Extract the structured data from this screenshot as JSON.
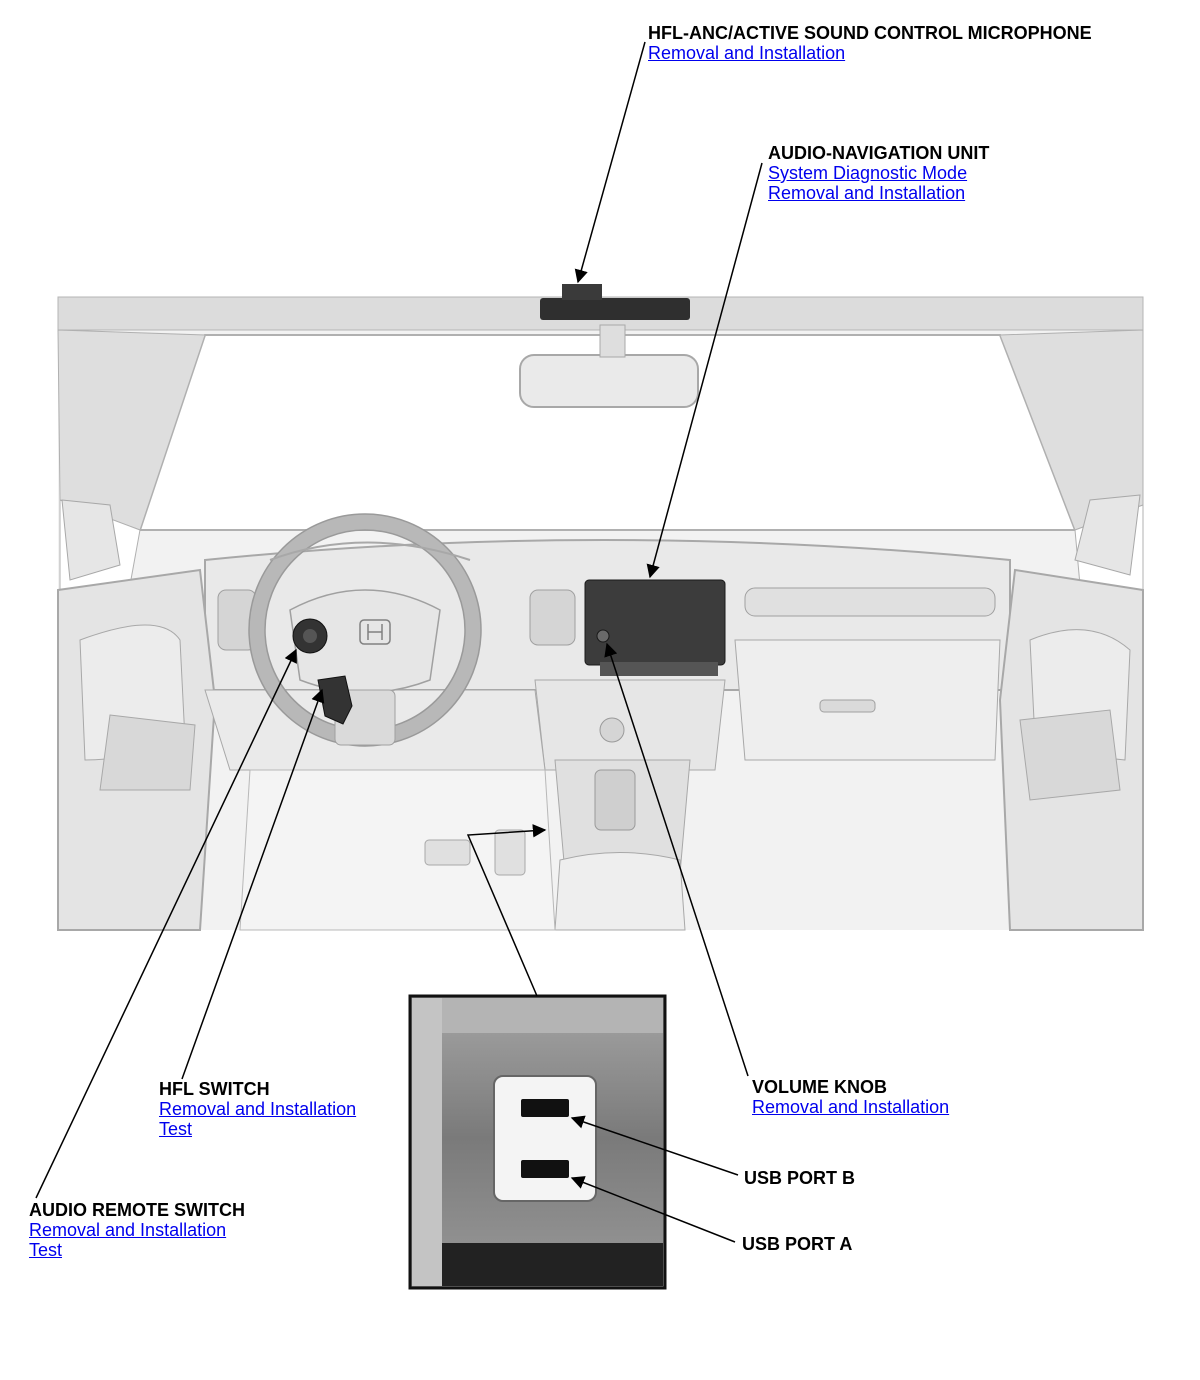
{
  "callouts": {
    "microphone": {
      "title": "HFL-ANC/ACTIVE SOUND CONTROL MICROPHONE",
      "links": [
        "Removal and Installation"
      ]
    },
    "audio_nav": {
      "title": "AUDIO-NAVIGATION UNIT",
      "links": [
        "System Diagnostic Mode",
        "Removal and Installation"
      ]
    },
    "hfl_switch": {
      "title": "HFL SWITCH",
      "links": [
        "Removal and Installation",
        "Test"
      ]
    },
    "volume_knob": {
      "title": "VOLUME KNOB",
      "links": [
        "Removal and Installation"
      ]
    },
    "audio_remote": {
      "title": "AUDIO REMOTE SWITCH",
      "links": [
        "Removal and Installation",
        "Test"
      ]
    }
  },
  "usb_ports": {
    "b": "USB PORT B",
    "a": "USB PORT A"
  },
  "colors": {
    "link": "#0000ee",
    "text": "#000000",
    "component": "#3a3a3a",
    "interior": "#e8e8e8",
    "interior_line": "#a8a8a8"
  }
}
